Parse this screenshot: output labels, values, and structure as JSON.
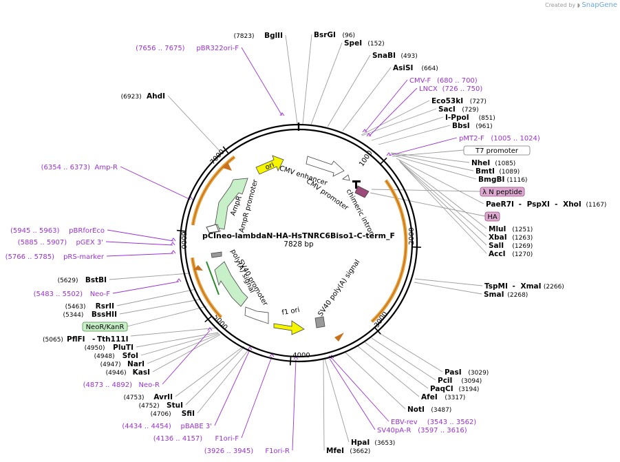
{
  "credit": {
    "prefix": "Created by",
    "brand": "SnapGene"
  },
  "map": {
    "name": "pCIneo-lambdaN-HA-HsTNRC6Biso1-C-term_F",
    "length": "7828 bp",
    "colors": {
      "backbone": "#000000",
      "enzyme_line": "#9c9c9c",
      "primer": "#9a31d6",
      "promoter": "#ffffff",
      "ori": "#f5f500",
      "marker": "#c8f0c8",
      "orf_outline": "#e6a43c",
      "orf_fill": "#c8701e",
      "box_label": "#dcaad0"
    }
  },
  "ticks": [
    "1000",
    "2000",
    "3000",
    "4000",
    "5000",
    "6000",
    "7000"
  ],
  "enzymes": [
    {
      "name": "BglII",
      "pos": "(7823)"
    },
    {
      "name": "BsrGI",
      "pos": "(96)"
    },
    {
      "name": "SpeI",
      "pos": "(152)"
    },
    {
      "name": "SnaBI",
      "pos": "(493)"
    },
    {
      "name": "AsiSI",
      "pos": "(664)"
    },
    {
      "name": "Eco53kI",
      "pos": "(727)"
    },
    {
      "name": "SacI",
      "pos": "(729)"
    },
    {
      "name": "I-PpoI",
      "pos": "(851)"
    },
    {
      "name": "BbsI",
      "pos": "(961)"
    },
    {
      "name": "NheI",
      "pos": "(1085)"
    },
    {
      "name": "BmtI",
      "pos": "(1089)"
    },
    {
      "name": "BmgBI",
      "pos": "(1116)"
    },
    {
      "name": "PaeR7I",
      "pos": ""
    },
    {
      "name": "PspXI",
      "pos": ""
    },
    {
      "name": "XhoI",
      "pos": "(1167)"
    },
    {
      "name": "MluI",
      "pos": "(1251)"
    },
    {
      "name": "XbaI",
      "pos": "(1263)"
    },
    {
      "name": "SalI",
      "pos": "(1269)"
    },
    {
      "name": "AccI",
      "pos": "(1270)"
    },
    {
      "name": "TspMI",
      "pos": ""
    },
    {
      "name": "XmaI",
      "pos": "(2266)"
    },
    {
      "name": "SmaI",
      "pos": "(2268)"
    },
    {
      "name": "PasI",
      "pos": "(3029)"
    },
    {
      "name": "PciI",
      "pos": "(3094)"
    },
    {
      "name": "PaqCI",
      "pos": "(3194)"
    },
    {
      "name": "AfeI",
      "pos": "(3317)"
    },
    {
      "name": "NotI",
      "pos": "(3487)"
    },
    {
      "name": "HpaI",
      "pos": "(3653)"
    },
    {
      "name": "MfeI",
      "pos": "(3662)"
    },
    {
      "name": "SfiI",
      "pos": "(4706)"
    },
    {
      "name": "StuI",
      "pos": "(4752)"
    },
    {
      "name": "AvrII",
      "pos": "(4753)"
    },
    {
      "name": "KasI",
      "pos": "(4946)"
    },
    {
      "name": "NarI",
      "pos": "(4947)"
    },
    {
      "name": "SfoI",
      "pos": "(4948)"
    },
    {
      "name": "PluTI",
      "pos": "(4950)"
    },
    {
      "name": "PflFI",
      "pos": "(5065)"
    },
    {
      "name": "Tth111I",
      "pos": ""
    },
    {
      "name": "BssHII",
      "pos": "(5344)"
    },
    {
      "name": "RsrII",
      "pos": "(5463)"
    },
    {
      "name": "BstBI",
      "pos": "(5629)"
    },
    {
      "name": "AhdI",
      "pos": "(6923)"
    }
  ],
  "primers": [
    {
      "name": "pBR322ori-F",
      "range": "(7656 .. 7675)"
    },
    {
      "name": "CMV-F",
      "range": "(680 .. 700)"
    },
    {
      "name": "LNCX",
      "range": "(726 .. 750)"
    },
    {
      "name": "pMT2-F",
      "range": "(1005 .. 1024)"
    },
    {
      "name": "Amp-R",
      "range": "(6354 .. 6373)"
    },
    {
      "name": "pBRforEco",
      "range": "(5945 .. 5963)"
    },
    {
      "name": "pGEX 3'",
      "range": "(5885 .. 5907)"
    },
    {
      "name": "pRS-marker",
      "range": "(5766 .. 5785)"
    },
    {
      "name": "Neo-F",
      "range": "(5483 .. 5502)"
    },
    {
      "name": "Neo-R",
      "range": "(4873 .. 4892)"
    },
    {
      "name": "pBABE 3'",
      "range": "(4434 .. 4454)"
    },
    {
      "name": "F1ori-F",
      "range": "(4136 .. 4157)"
    },
    {
      "name": "F1ori-R",
      "range": "(3926 .. 3945)"
    },
    {
      "name": "EBV-rev",
      "range": "(3543 .. 3562)"
    },
    {
      "name": "SV40pA-R",
      "range": "(3597 .. 3616)"
    }
  ],
  "boxed_labels": [
    "T7 promoter",
    "λ N peptide",
    "HA",
    "NeoR/KanR"
  ],
  "features": [
    "ori",
    "CMV enhancer",
    "CMV promoter",
    "chimeric intron",
    "AmpR",
    "AmpR promoter",
    "poly(A) signal",
    "SV40 promoter",
    "f1 ori",
    "SV40 poly(A) signal"
  ]
}
